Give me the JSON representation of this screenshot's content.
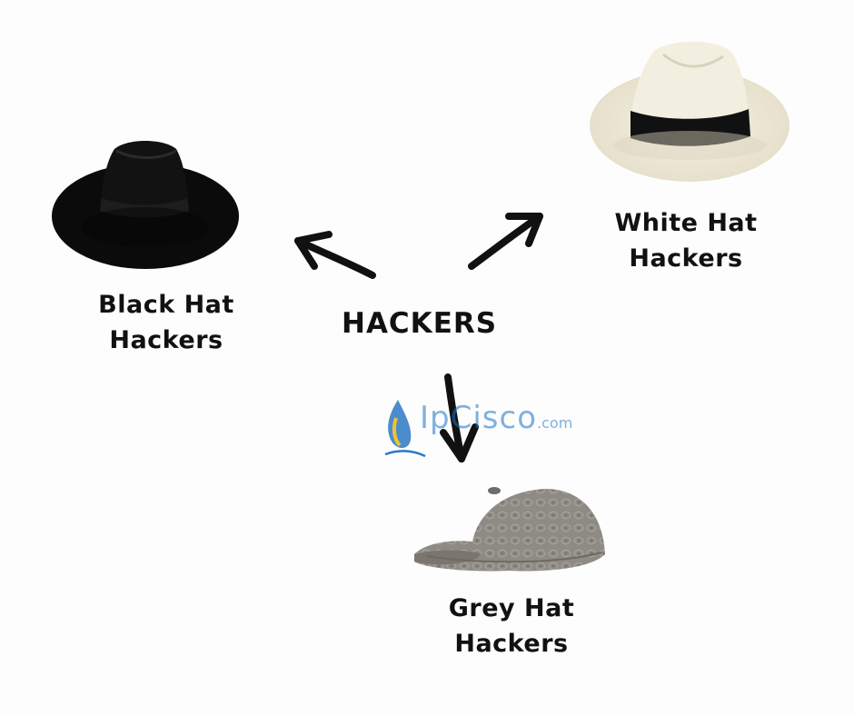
{
  "center": {
    "text": "HACKERS"
  },
  "nodes": [
    {
      "id": "black",
      "line1": "Black Hat",
      "line2": "Hackers",
      "icon": "black-wide-brim-hat"
    },
    {
      "id": "white",
      "line1": "White Hat",
      "line2": "Hackers",
      "icon": "white-panama-hat"
    },
    {
      "id": "grey",
      "line1": "Grey Hat",
      "line2": "Hackers",
      "icon": "grey-flat-cap"
    }
  ],
  "watermark": {
    "brand": "IpCisco",
    "suffix": ".com"
  },
  "colors": {
    "background": "#fdfdfd",
    "text": "#111111",
    "arrow": "#111111",
    "watermark": "#1a73c8"
  }
}
